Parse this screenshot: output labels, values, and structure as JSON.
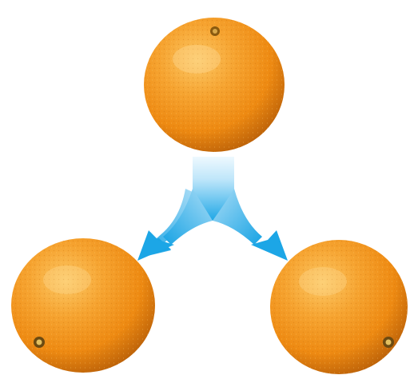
{
  "scene": {
    "description_items": [
      "orange-top",
      "orange-bottom-left",
      "orange-bottom-right",
      "split-arrow"
    ],
    "colors": {
      "background": "#ffffff",
      "orange_light": "#f9b64a",
      "orange_mid": "#f08c12",
      "orange_dark": "#b35a06",
      "navel": "#6b4a12",
      "arrow_light": "#d9f1fc",
      "arrow_dark": "#1ea7e6"
    }
  }
}
